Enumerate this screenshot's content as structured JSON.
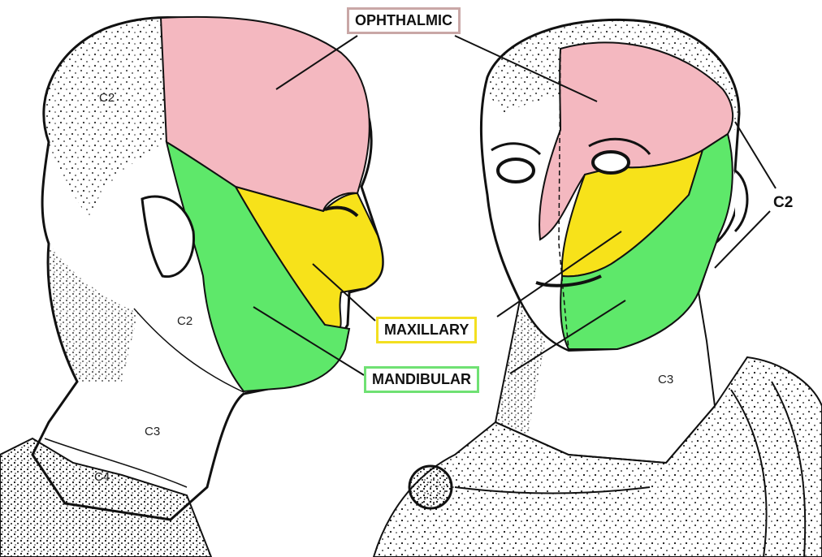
{
  "colors": {
    "ophthalmic": "#f4b8c0",
    "maxillary": "#f7e21a",
    "mandibular": "#5ee86a",
    "ink": "#111111",
    "background": "#ffffff"
  },
  "labels": {
    "ophthalmic": "OPHTHALMIC",
    "maxillary": "MAXILLARY",
    "mandibular": "MANDIBULAR",
    "c2_right": "C2"
  },
  "left_head": {
    "c2_top": "C2",
    "c2_neck": "C2",
    "c3": "C3",
    "c4": "C4"
  },
  "right_head": {
    "c3": "C3"
  }
}
